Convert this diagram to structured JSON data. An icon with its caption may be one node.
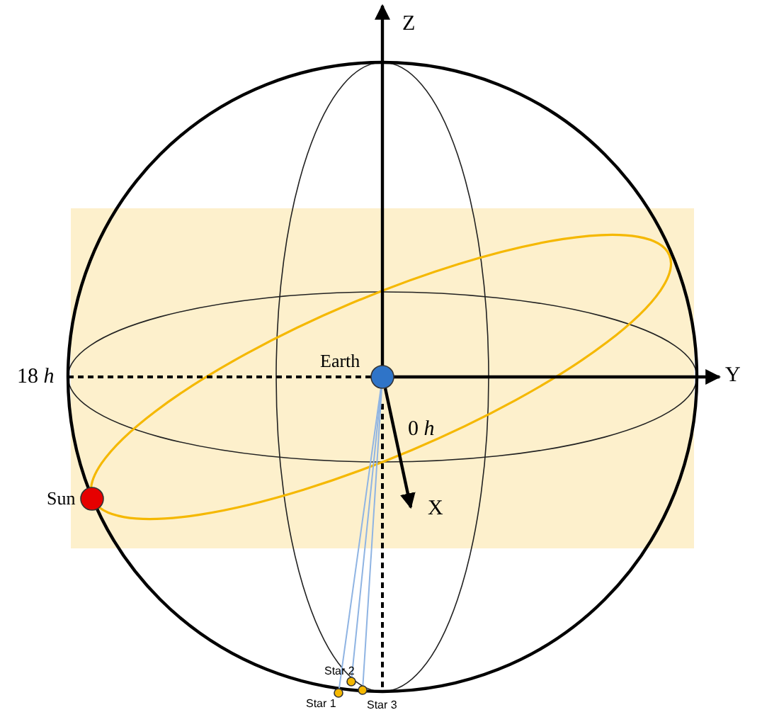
{
  "diagram": {
    "nodes": [
      {
        "text": [],
        "shape": "circle",
        "beside": [
          "Earth"
        ]
      },
      {
        "text": [],
        "shape": "circle",
        "beside": [
          "Sun"
        ]
      },
      {
        "text": [],
        "shape": "circle",
        "beside": [
          "Star 1"
        ]
      },
      {
        "text": [],
        "shape": "circle",
        "beside": [
          "Star 2"
        ]
      },
      {
        "text": [],
        "shape": "circle",
        "beside": [
          "Star 3"
        ]
      }
    ],
    "edges": [
      {
        "from": 0,
        "to": 2,
        "arrow": "none",
        "color": "#8fb4e3"
      },
      {
        "from": 0,
        "to": 3,
        "arrow": "none",
        "color": "#8fb4e3"
      },
      {
        "from": 0,
        "to": 4,
        "arrow": "none",
        "color": "#8fb4e3"
      }
    ],
    "labels": [
      "Z",
      "18 *h*",
      "Y",
      "0 *h*",
      "X"
    ]
  }
}
